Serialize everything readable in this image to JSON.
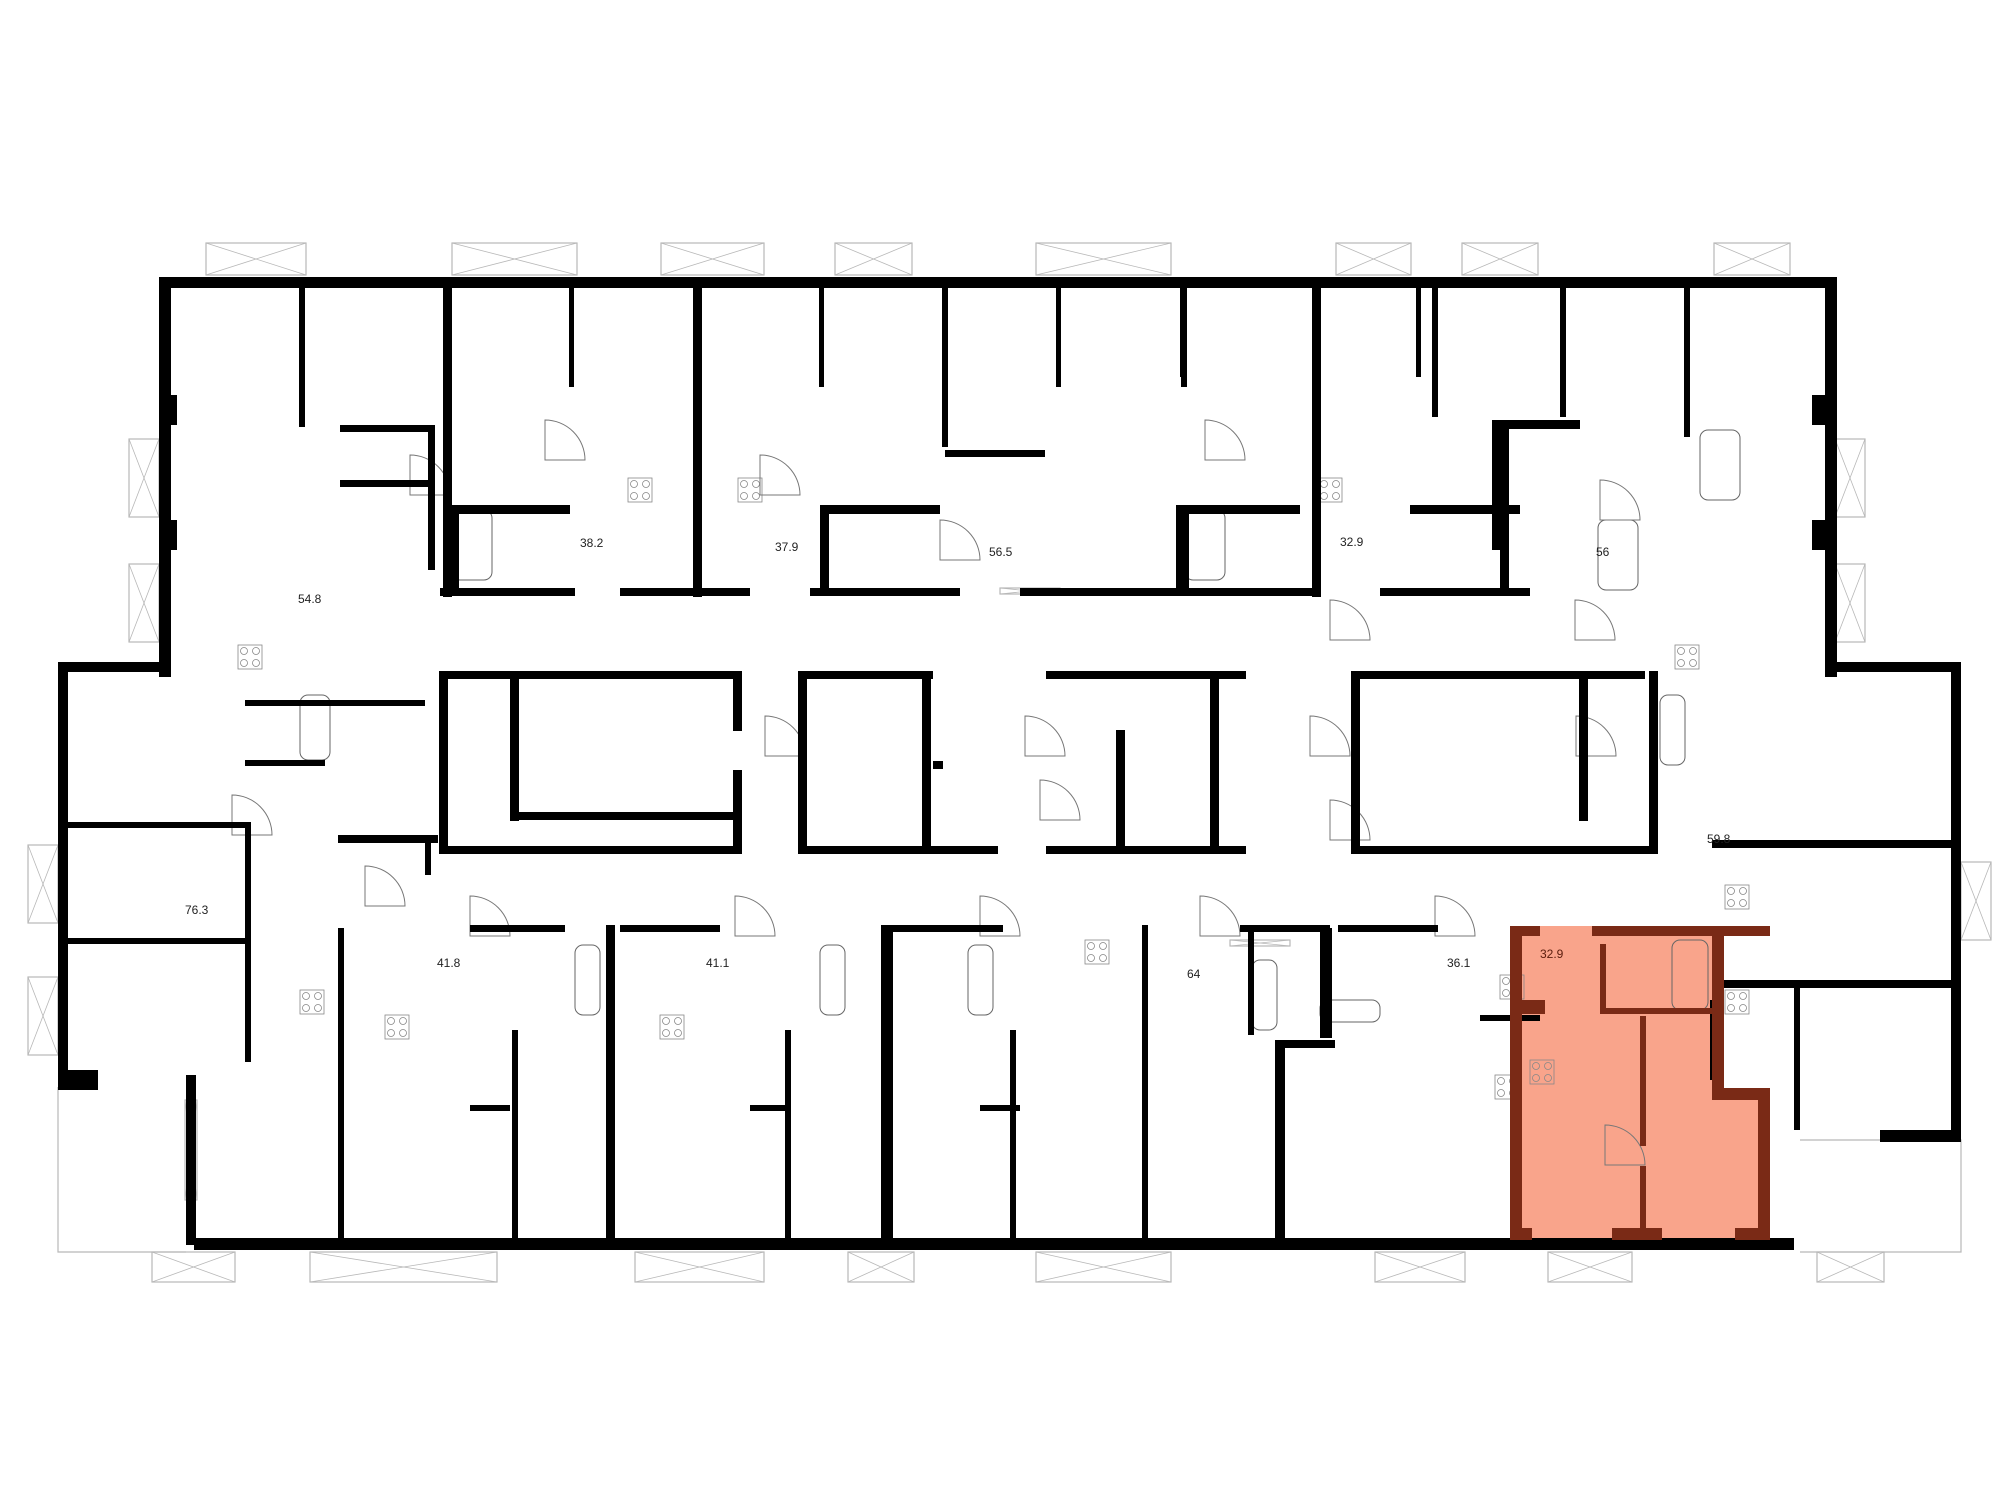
{
  "title": "Floor plan",
  "colors": {
    "wall": "#000000",
    "highlight_fill": "#f9a48b",
    "highlight_wall": "#7a2a16",
    "window_line": "#b8b8b8"
  },
  "units": [
    {
      "id": "u1",
      "area": "54.8"
    },
    {
      "id": "u2",
      "area": "38.2"
    },
    {
      "id": "u3",
      "area": "37.9"
    },
    {
      "id": "u4",
      "area": "56.5"
    },
    {
      "id": "u5",
      "area": "32.9"
    },
    {
      "id": "u6",
      "area": "56"
    },
    {
      "id": "u7",
      "area": "76.3"
    },
    {
      "id": "u8",
      "area": "41.8"
    },
    {
      "id": "u9",
      "area": "41.1"
    },
    {
      "id": "u10",
      "area": "64"
    },
    {
      "id": "u11",
      "area": "36.1"
    },
    {
      "id": "u12",
      "area": "32.9",
      "selected": true
    },
    {
      "id": "u13",
      "area": "59.8"
    }
  ]
}
